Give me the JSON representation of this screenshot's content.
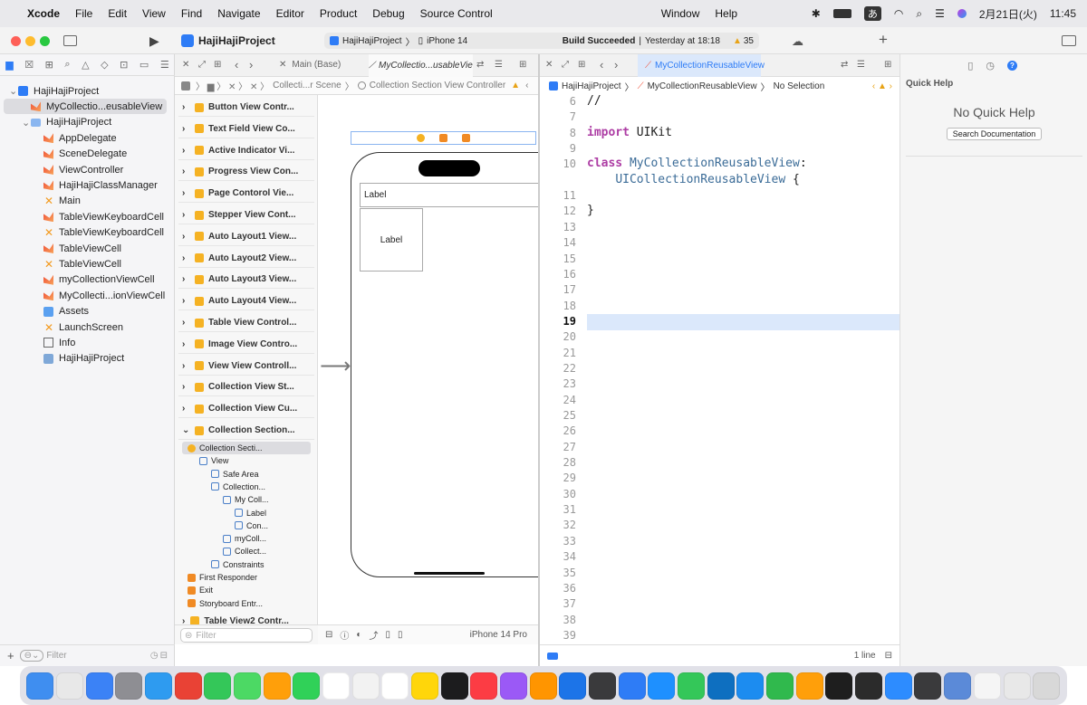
{
  "menubar": {
    "app": "Xcode",
    "items": [
      "File",
      "Edit",
      "View",
      "Find",
      "Navigate",
      "Editor",
      "Product",
      "Debug",
      "Source Control",
      "Window",
      "Help"
    ],
    "ime": "あ",
    "date": "2月21日(火)",
    "time": "11:45"
  },
  "toolbar": {
    "project": "HajiHajiProject",
    "scheme": "HajiHajiProject",
    "device": "iPhone 14",
    "status": "Build Succeeded",
    "status_time": "Yesterday at 18:18",
    "warnings": "35"
  },
  "navigator": {
    "items": [
      {
        "label": "HajiHajiProject",
        "type": "project",
        "indent": 0,
        "chev": "down"
      },
      {
        "label": "MyCollectio...eusableView",
        "type": "swift",
        "indent": 1,
        "selected": true
      },
      {
        "label": "HajiHajiProject",
        "type": "folder",
        "indent": 1,
        "chev": "down"
      },
      {
        "label": "AppDelegate",
        "type": "swift",
        "indent": 2
      },
      {
        "label": "SceneDelegate",
        "type": "swift",
        "indent": 2
      },
      {
        "label": "ViewController",
        "type": "swift",
        "indent": 2
      },
      {
        "label": "HajiHajiClassManager",
        "type": "swift",
        "indent": 2
      },
      {
        "label": "Main",
        "type": "xib",
        "indent": 2
      },
      {
        "label": "TableViewKeyboardCell",
        "type": "swift",
        "indent": 2
      },
      {
        "label": "TableViewKeyboardCell",
        "type": "xib",
        "indent": 2
      },
      {
        "label": "TableViewCell",
        "type": "swift",
        "indent": 2
      },
      {
        "label": "TableViewCell",
        "type": "xib",
        "indent": 2
      },
      {
        "label": "myCollectionViewCell",
        "type": "swift",
        "indent": 2
      },
      {
        "label": "MyCollecti...ionViewCell",
        "type": "swift",
        "indent": 2
      },
      {
        "label": "Assets",
        "type": "assets",
        "indent": 2
      },
      {
        "label": "LaunchScreen",
        "type": "xib",
        "indent": 2
      },
      {
        "label": "Info",
        "type": "grid",
        "indent": 2
      },
      {
        "label": "HajiHajiProject",
        "type": "proj",
        "indent": 2
      }
    ],
    "filter_placeholder": "Filter"
  },
  "storyboard": {
    "tab1": "Main (Base)",
    "tab2": "MyCollectio...usableView",
    "breadcrumb_scene": "Collecti...r Scene",
    "breadcrumb_vc": "Collection Section View Controller",
    "scenes": [
      "Button View Contr...",
      "Text Field View Co...",
      "Active Indicator Vi...",
      "Progress View Con...",
      "Page Contorol Vie...",
      "Stepper View Cont...",
      "Auto Layout1 View...",
      "Auto Layout2 View...",
      "Auto Layout3 View...",
      "Auto Layout4 View...",
      "Table View Control...",
      "Image View Contro...",
      "View View Controll...",
      "Collection View St...",
      "Collection View Cu...",
      "Collection Section..."
    ],
    "tree": [
      {
        "label": "Collection Secti...",
        "indent": 0,
        "selected": true
      },
      {
        "label": "View",
        "indent": 1
      },
      {
        "label": "Safe Area",
        "indent": 2
      },
      {
        "label": "Collection...",
        "indent": 2
      },
      {
        "label": "My Coll...",
        "indent": 3
      },
      {
        "label": "Label",
        "indent": 4
      },
      {
        "label": "Con...",
        "indent": 4
      },
      {
        "label": "myColl...",
        "indent": 3
      },
      {
        "label": "Collect...",
        "indent": 3
      },
      {
        "label": "Constraints",
        "indent": 2
      },
      {
        "label": "First Responder",
        "indent": 0
      },
      {
        "label": "Exit",
        "indent": 0
      },
      {
        "label": "Storyboard Entr...",
        "indent": 0
      }
    ],
    "last_scene": "Table View2 Contr...",
    "filter": "Filter",
    "device_label": "iPhone 14 Pro",
    "label_top": "Label",
    "label_cell": "Label"
  },
  "editor": {
    "tab": "MyCollectionReusableView",
    "breadcrumb_project": "HajiHajiProject",
    "breadcrumb_file": "MyCollectionReusableView",
    "breadcrumb_sel": "No Selection",
    "status": "1 line",
    "lines": [
      {
        "n": "6",
        "t": "//"
      },
      {
        "n": "7",
        "t": ""
      },
      {
        "n": "8",
        "t": "import UIKit"
      },
      {
        "n": "9",
        "t": ""
      },
      {
        "n": "10",
        "t": "class MyCollectionReusableView:"
      },
      {
        "n": "",
        "t": "    UICollectionReusableView {"
      },
      {
        "n": "11",
        "t": ""
      },
      {
        "n": "12",
        "t": "}"
      },
      {
        "n": "13",
        "t": ""
      },
      {
        "n": "14",
        "t": ""
      },
      {
        "n": "15",
        "t": ""
      },
      {
        "n": "16",
        "t": ""
      },
      {
        "n": "17",
        "t": ""
      },
      {
        "n": "18",
        "t": ""
      },
      {
        "n": "19",
        "t": "",
        "current": true
      },
      {
        "n": "20",
        "t": ""
      },
      {
        "n": "21",
        "t": ""
      },
      {
        "n": "22",
        "t": ""
      },
      {
        "n": "23",
        "t": ""
      },
      {
        "n": "24",
        "t": ""
      },
      {
        "n": "25",
        "t": ""
      },
      {
        "n": "26",
        "t": ""
      },
      {
        "n": "27",
        "t": ""
      },
      {
        "n": "28",
        "t": ""
      },
      {
        "n": "29",
        "t": ""
      },
      {
        "n": "30",
        "t": ""
      },
      {
        "n": "31",
        "t": ""
      },
      {
        "n": "32",
        "t": ""
      },
      {
        "n": "33",
        "t": ""
      },
      {
        "n": "34",
        "t": ""
      },
      {
        "n": "35",
        "t": ""
      },
      {
        "n": "36",
        "t": ""
      },
      {
        "n": "37",
        "t": ""
      },
      {
        "n": "38",
        "t": ""
      },
      {
        "n": "39",
        "t": ""
      }
    ]
  },
  "inspector": {
    "title": "Quick Help",
    "message": "No Quick Help",
    "button": "Search Documentation"
  },
  "colors": {
    "accent": "#2e7cf6",
    "selection": "#dcdce0",
    "current_line": "#dbe8fb"
  },
  "dock": [
    "finder-icon",
    "launchpad-icon",
    "mail-icon",
    "settings-icon",
    "safari-icon",
    "chrome-icon",
    "messages-icon",
    "maps-icon",
    "photos-icon",
    "facetime-icon",
    "calendar-icon",
    "notes-icon",
    "reminders-icon",
    "stickies-icon",
    "appletv-icon",
    "music-icon",
    "podcasts-icon",
    "books-icon",
    "xcode-icon",
    "simulator-icon",
    "finder2-icon",
    "appstore-icon",
    "numbers-icon",
    "vscode-icon",
    "keynote-icon",
    "numbers2-icon",
    "pages-icon",
    "chatgpt-icon",
    "terminal-icon",
    "zoom-icon",
    "calculator-icon",
    "preview-icon",
    "textedit-icon",
    "kotoeri-icon",
    "trash-icon"
  ]
}
